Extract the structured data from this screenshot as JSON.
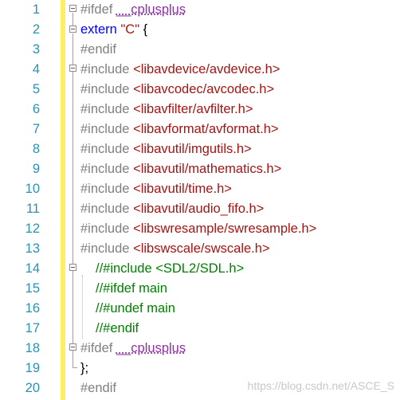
{
  "editor": {
    "line_numbers": [
      "1",
      "2",
      "3",
      "4",
      "5",
      "6",
      "7",
      "8",
      "9",
      "10",
      "11",
      "12",
      "13",
      "14",
      "15",
      "16",
      "17",
      "18",
      "19",
      "20"
    ],
    "lines": [
      {
        "t1": "#ifdef ",
        "t2": "__cplusplus"
      },
      {
        "t1": "extern ",
        "t2": "\"C\"",
        "t3": " {"
      },
      {
        "t1": "#endif"
      },
      {
        "t1": "#include ",
        "t2": "<libavdevice/avdevice.h>"
      },
      {
        "t1": "#include ",
        "t2": "<libavcodec/avcodec.h>"
      },
      {
        "t1": "#include ",
        "t2": "<libavfilter/avfilter.h>"
      },
      {
        "t1": "#include ",
        "t2": "<libavformat/avformat.h>"
      },
      {
        "t1": "#include ",
        "t2": "<libavutil/imgutils.h>"
      },
      {
        "t1": "#include ",
        "t2": "<libavutil/mathematics.h>"
      },
      {
        "t1": "#include ",
        "t2": "<libavutil/time.h>"
      },
      {
        "t1": "#include ",
        "t2": "<libavutil/audio_fifo.h>"
      },
      {
        "t1": "#include ",
        "t2": "<libswresample/swresample.h>"
      },
      {
        "t1": "#include ",
        "t2": "<libswscale/swscale.h>"
      },
      {
        "t1": "//#include <SDL2/SDL.h>"
      },
      {
        "t1": "//#ifdef main"
      },
      {
        "t1": "//#undef main"
      },
      {
        "t1": "//#endif"
      },
      {
        "t1": "#ifdef ",
        "t2": "__cplusplus"
      },
      {
        "t1": "};"
      },
      {
        "t1": "#endif"
      }
    ]
  },
  "watermark": "https://blog.csdn.net/ASCE_S",
  "colors": {
    "line_number": "#2b91af",
    "preprocessor": "#808080",
    "keyword": "#0000ff",
    "string": "#a31515",
    "macro": "#8f2fa8",
    "comment": "#008000",
    "change_bar": "#ffee62"
  }
}
